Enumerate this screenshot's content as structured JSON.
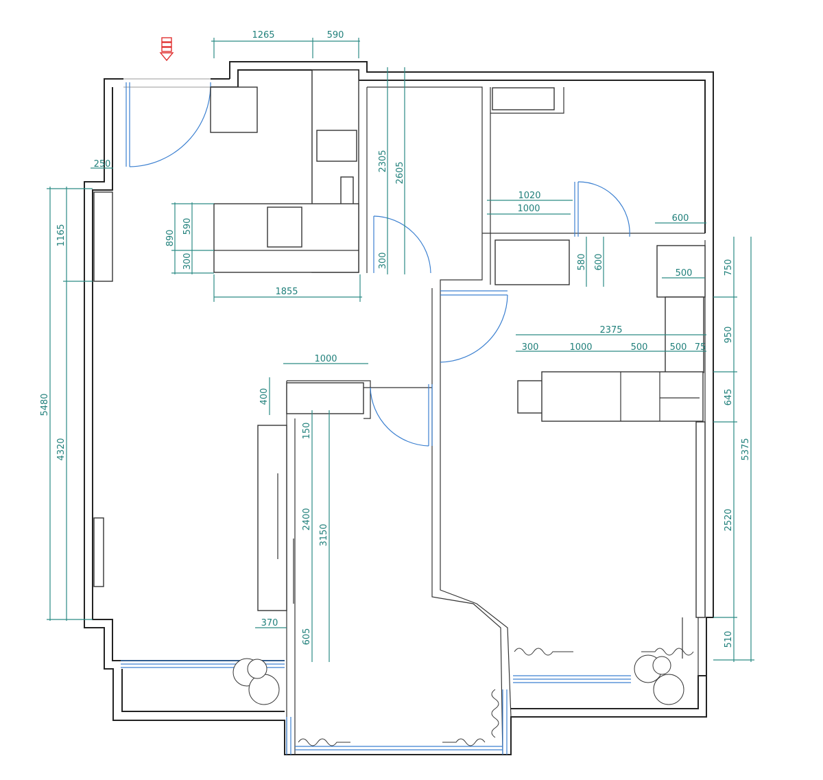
{
  "drawing": {
    "title": "Apartment floor plan",
    "entrance_icon": "entrance-arrow-icon",
    "colors": {
      "dimension": "#1f7f7a",
      "wall": "#222222",
      "window_door": "#3a7fd0",
      "entrance": "#e03030"
    },
    "dimensions": {
      "top_1265": "1265",
      "top_590": "590",
      "v_2305": "2305",
      "v_2605": "2605",
      "left_250": "250",
      "k_890": "890",
      "k_590": "590",
      "k_300": "300",
      "k_1855": "1855",
      "v_300b": "300",
      "b_1020": "1020",
      "b_1000": "1000",
      "b_600": "600",
      "w_580": "580",
      "w_600b": "600",
      "r_500": "500",
      "r_2375": "2375",
      "r_300": "300",
      "r_1000": "1000",
      "r_500a": "500",
      "r_500b": "500",
      "r_75": "75",
      "rv_750": "750",
      "rv_950": "950",
      "rv_645": "645",
      "rv_2520": "2520",
      "rv_510": "510",
      "rv_5375": "5375",
      "l_5480": "5480",
      "l_1165": "1165",
      "l_4320": "4320",
      "m_1000": "1000",
      "m_400": "400",
      "m_150": "150",
      "m_2400": "2400",
      "m_3150": "3150",
      "m_370": "370",
      "m_605": "605"
    }
  }
}
